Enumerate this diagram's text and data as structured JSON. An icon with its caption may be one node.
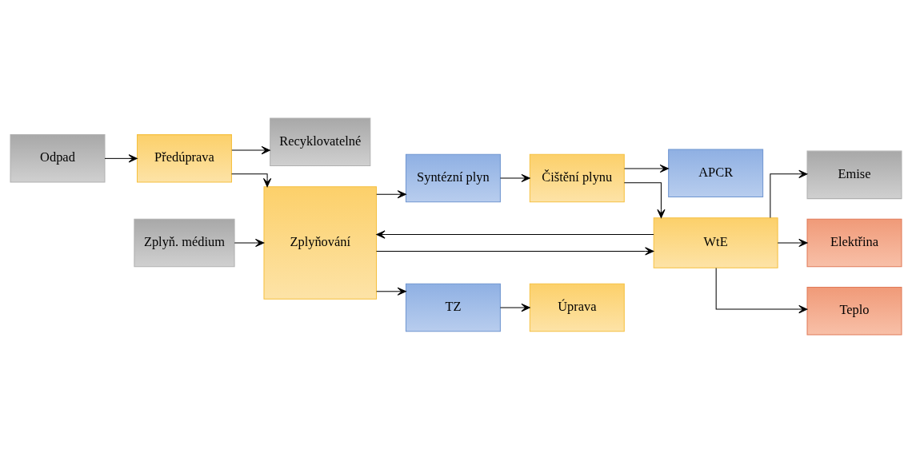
{
  "diagram": {
    "nodes": [
      {
        "text": [
          "Odpad"
        ]
      },
      {
        "text": [
          "Předúprava"
        ]
      },
      {
        "text": [
          "Recyklovatelné"
        ]
      },
      {
        "text": [
          "Zplyňování"
        ]
      },
      {
        "text": [
          "Syntézní plyn"
        ]
      },
      {
        "text": [
          "Čištění plynu"
        ]
      },
      {
        "text": [
          "APCR"
        ]
      },
      {
        "text": [
          "Emise"
        ]
      },
      {
        "text": [
          "WtE"
        ]
      },
      {
        "text": [
          "Zplyň. médium"
        ]
      },
      {
        "text": [
          "Elektřina"
        ]
      },
      {
        "text": [
          "Teplo"
        ]
      },
      {
        "text": [
          "TZ"
        ]
      },
      {
        "text": [
          "Úprava"
        ]
      }
    ],
    "edges": [
      {
        "from": 0,
        "to": 1,
        "arrow": "to"
      },
      {
        "from": 1,
        "to": 2,
        "arrow": "to"
      },
      {
        "from": 1,
        "to": 3,
        "arrow": "to"
      },
      {
        "from": 3,
        "to": 4,
        "arrow": "to"
      },
      {
        "from": 4,
        "to": 5,
        "arrow": "to"
      },
      {
        "from": 5,
        "to": 6,
        "arrow": "to"
      },
      {
        "from": 5,
        "to": 8,
        "arrow": "to"
      },
      {
        "from": 3,
        "to": 8,
        "arrow": "to"
      },
      {
        "from": 8,
        "to": 3,
        "arrow": "to"
      },
      {
        "from": 9,
        "to": 3,
        "arrow": "to"
      },
      {
        "from": 8,
        "to": 7,
        "arrow": "to"
      },
      {
        "from": 8,
        "to": 10,
        "arrow": "to"
      },
      {
        "from": 8,
        "to": 11,
        "arrow": "to"
      },
      {
        "from": 3,
        "to": 12,
        "arrow": "to"
      },
      {
        "from": 12,
        "to": 13,
        "arrow": "to"
      }
    ]
  }
}
